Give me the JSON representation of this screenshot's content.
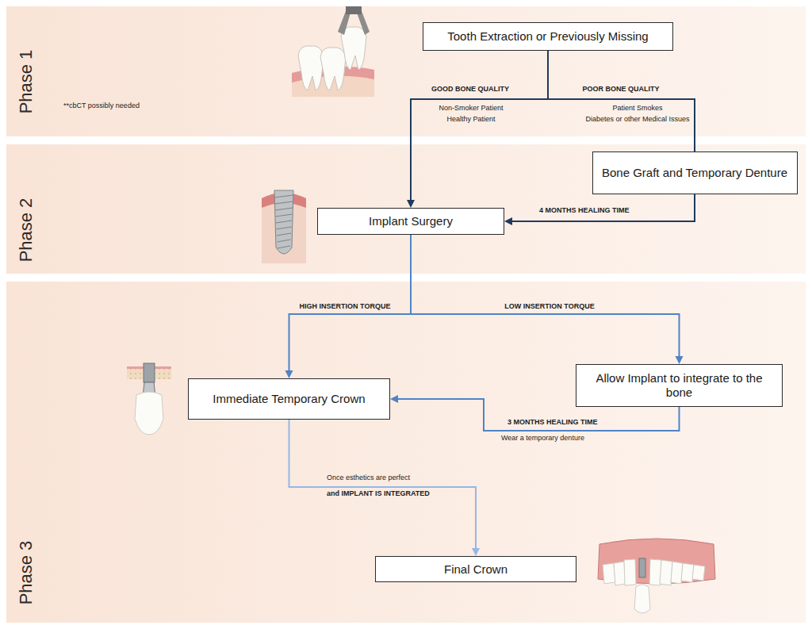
{
  "diagram": {
    "nodes": [
      {
        "text": [
          "Phase 1"
        ]
      },
      {
        "text": [
          "Tooth Extraction or Previously Missing"
        ],
        "in": 0
      },
      {
        "text": [
          "Phase 2"
        ]
      },
      {
        "text": [
          "Bone Graft and Temporary Denture"
        ],
        "in": 2
      },
      {
        "text": [
          "Implant Surgery"
        ],
        "in": 2
      },
      {
        "text": [
          "Phase 3"
        ]
      },
      {
        "text": [
          "Immediate Temporary Crown"
        ],
        "in": 5
      },
      {
        "text": [
          "Allow Implant to integrate to the bone"
        ],
        "in": 5
      },
      {
        "text": [
          "Final Crown"
        ],
        "in": 5
      }
    ],
    "edges": [
      {
        "from": 1,
        "to": 4,
        "label": "GOOD BONE QUALITY",
        "arrow": "to"
      },
      {
        "from": 1,
        "to": 3,
        "label": "POOR BONE QUALITY",
        "arrow": "none"
      },
      {
        "from": 3,
        "to": 4,
        "label": "4 MONTHS HEALING TIME",
        "arrow": "to"
      },
      {
        "from": 4,
        "to": 6,
        "label": "HIGH INSERTION TORQUE",
        "arrow": "to"
      },
      {
        "from": 4,
        "to": 7,
        "label": "LOW INSERTION TORQUE",
        "arrow": "to"
      },
      {
        "from": 7,
        "to": 6,
        "label": "3 MONTHS HEALING TIME",
        "arrow": "to"
      },
      {
        "from": 6,
        "to": 8,
        "label": "Once esthetics are perfect",
        "arrow": "to"
      }
    ],
    "labels": [
      "**cbCT possibly needed",
      "Non-Smoker Patient",
      "Healthy Patient",
      "Patient Smokes",
      "Diabetes or other Medical Issues",
      "Wear a temporary denture",
      "and IMPLANT IS INTEGRATED"
    ]
  }
}
